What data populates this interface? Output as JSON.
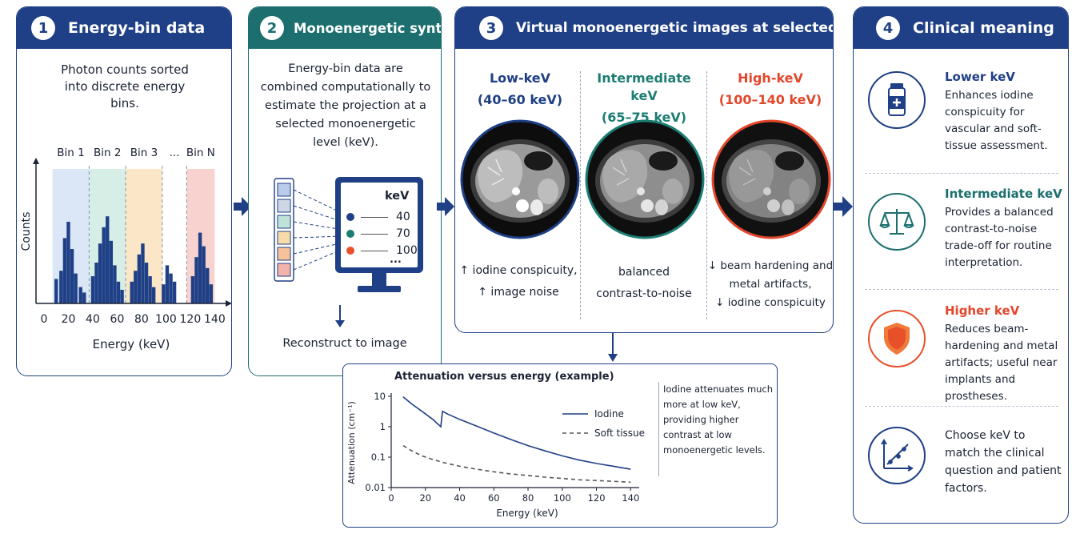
{
  "panel1": {
    "number": "1",
    "title": "Energy-bin data",
    "description": "Photon counts sorted into discrete energy bins.",
    "bin_labels": [
      "Bin 1",
      "Bin 2",
      "Bin 3",
      "...",
      "Bin N"
    ],
    "ylabel": "Counts",
    "xlabel": "Energy (keV)",
    "x_ticks": [
      "0",
      "20",
      "40",
      "60",
      "80",
      "100",
      "120",
      "140"
    ],
    "bin_colors": [
      "#dbe7f6",
      "#d6eee6",
      "#fbe7c8",
      "#ffffff",
      "#f8d2cf"
    ]
  },
  "panel2": {
    "number": "2",
    "title": "Monoenergetic synthesis",
    "description": "Energy-bin data are combined computationally to estimate the projection at a selected monoenergetic level (keV).",
    "monitor_header": "keV",
    "kev_list": [
      {
        "label": "40",
        "color": "#1f3f86"
      },
      {
        "label": "70",
        "color": "#1c7d73"
      },
      {
        "label": "100",
        "color": "#e8502a"
      }
    ],
    "ellipsis": "...",
    "footer": "Reconstruct to image"
  },
  "panel3": {
    "number": "3",
    "title": "Virtual monoenergetic images at selected keV",
    "columns": [
      {
        "title_line1": "Low-keV",
        "title_line2": "(40–60 keV)",
        "color": "#1f3f86",
        "note_line1": "↑ iodine conspicuity,",
        "note_line2": "↑ image noise",
        "ring": "#1f3f86"
      },
      {
        "title_line1": "Intermediate keV",
        "title_line2": "(65–75 keV)",
        "color": "#1c7d73",
        "note_line1": "balanced",
        "note_line2": "contrast-to-noise",
        "ring": "#1c7d73"
      },
      {
        "title_line1": "High-keV",
        "title_line2": "(100–140 keV)",
        "color": "#e2472b",
        "note_line1": "↓ beam hardening and",
        "note_line2": "metal artifacts,",
        "note_line3": "↓ iodine conspicuity",
        "ring": "#e2472b"
      }
    ]
  },
  "attenuation": {
    "title": "Attenuation versus energy (example)",
    "ylabel": "Attenuation (cm⁻¹)",
    "xlabel": "Energy (keV)",
    "note": "Iodine attenuates much more at low keV, providing higher contrast at low monoenergetic levels."
  },
  "panel4": {
    "number": "4",
    "title": "Clinical meaning",
    "items": [
      {
        "title": "Lower keV",
        "title_color": "#1f3f86",
        "desc": "Enhances iodine conspicuity for vascular and soft-tissue assessment.",
        "icon": "vial-icon"
      },
      {
        "title": "Intermediate keV",
        "title_color": "#1c6e6f",
        "desc": "Provides a balanced contrast-to-noise trade-off for routine interpretation.",
        "icon": "scale-icon"
      },
      {
        "title": "Higher keV",
        "title_color": "#e2472b",
        "desc": "Reduces beam-hardening and metal artifacts; useful near implants and prostheses.",
        "icon": "shield-icon"
      },
      {
        "title": "",
        "title_color": "#1f3f86",
        "desc": "Choose keV to match the clinical question and patient factors.",
        "icon": "chart-icon"
      }
    ]
  },
  "chart_data": [
    {
      "type": "bar",
      "ylabel": "Counts",
      "xlabel": "Energy (keV)",
      "xlim": [
        0,
        145
      ],
      "ylim": [
        0,
        100
      ],
      "x_ticks": [
        0,
        20,
        40,
        60,
        80,
        100,
        120,
        140
      ],
      "x": [
        10,
        14,
        17,
        20,
        23,
        26,
        30,
        33,
        40,
        43,
        46,
        49,
        52,
        55,
        58,
        61,
        64,
        72,
        75,
        78,
        81,
        84,
        87,
        90,
        98,
        101,
        104,
        107,
        122,
        125,
        128,
        131,
        134,
        137
      ],
      "values": [
        18,
        24,
        48,
        60,
        40,
        22,
        12,
        8,
        20,
        30,
        44,
        56,
        64,
        46,
        28,
        16,
        10,
        16,
        24,
        36,
        44,
        30,
        20,
        12,
        14,
        28,
        22,
        16,
        20,
        34,
        52,
        42,
        26,
        14
      ],
      "bins": [
        {
          "label": "Bin 1",
          "range": [
            7,
            37
          ],
          "color": "#dbe7f6"
        },
        {
          "label": "Bin 2",
          "range": [
            37,
            67
          ],
          "color": "#d6eee6"
        },
        {
          "label": "Bin 3",
          "range": [
            67,
            97
          ],
          "color": "#fbe7c8"
        },
        {
          "label": "...",
          "range": [
            97,
            117
          ],
          "color": "#ffffff"
        },
        {
          "label": "Bin N",
          "range": [
            117,
            140
          ],
          "color": "#f8d2cf"
        }
      ]
    },
    {
      "type": "line",
      "title": "Attenuation versus energy (example)",
      "xlabel": "Energy (keV)",
      "ylabel": "Attenuation (cm⁻¹)",
      "xlim": [
        0,
        145
      ],
      "ylim": [
        0.01,
        10
      ],
      "yscale": "log",
      "x_ticks": [
        0,
        20,
        40,
        60,
        80,
        100,
        120,
        140
      ],
      "y_ticks": [
        0.01,
        0.1,
        1,
        10
      ],
      "legend": "right",
      "series": [
        {
          "name": "Iodine",
          "style": "solid",
          "color": "#1f3f86",
          "x": [
            7,
            12,
            18,
            24,
            29,
            30,
            33,
            40,
            50,
            60,
            70,
            80,
            90,
            100,
            110,
            120,
            130,
            140
          ],
          "y": [
            9.5,
            5.6,
            3.2,
            1.8,
            1.0,
            3.2,
            2.6,
            1.75,
            1.05,
            0.62,
            0.38,
            0.24,
            0.16,
            0.11,
            0.08,
            0.062,
            0.05,
            0.04
          ]
        },
        {
          "name": "Soft tissue",
          "style": "dashed",
          "color": "#555555",
          "x": [
            7,
            12,
            18,
            24,
            30,
            40,
            50,
            60,
            70,
            80,
            90,
            100,
            110,
            120,
            130,
            140
          ],
          "y": [
            0.24,
            0.16,
            0.11,
            0.085,
            0.068,
            0.05,
            0.04,
            0.033,
            0.028,
            0.025,
            0.022,
            0.02,
            0.018,
            0.017,
            0.016,
            0.015
          ]
        }
      ]
    }
  ]
}
